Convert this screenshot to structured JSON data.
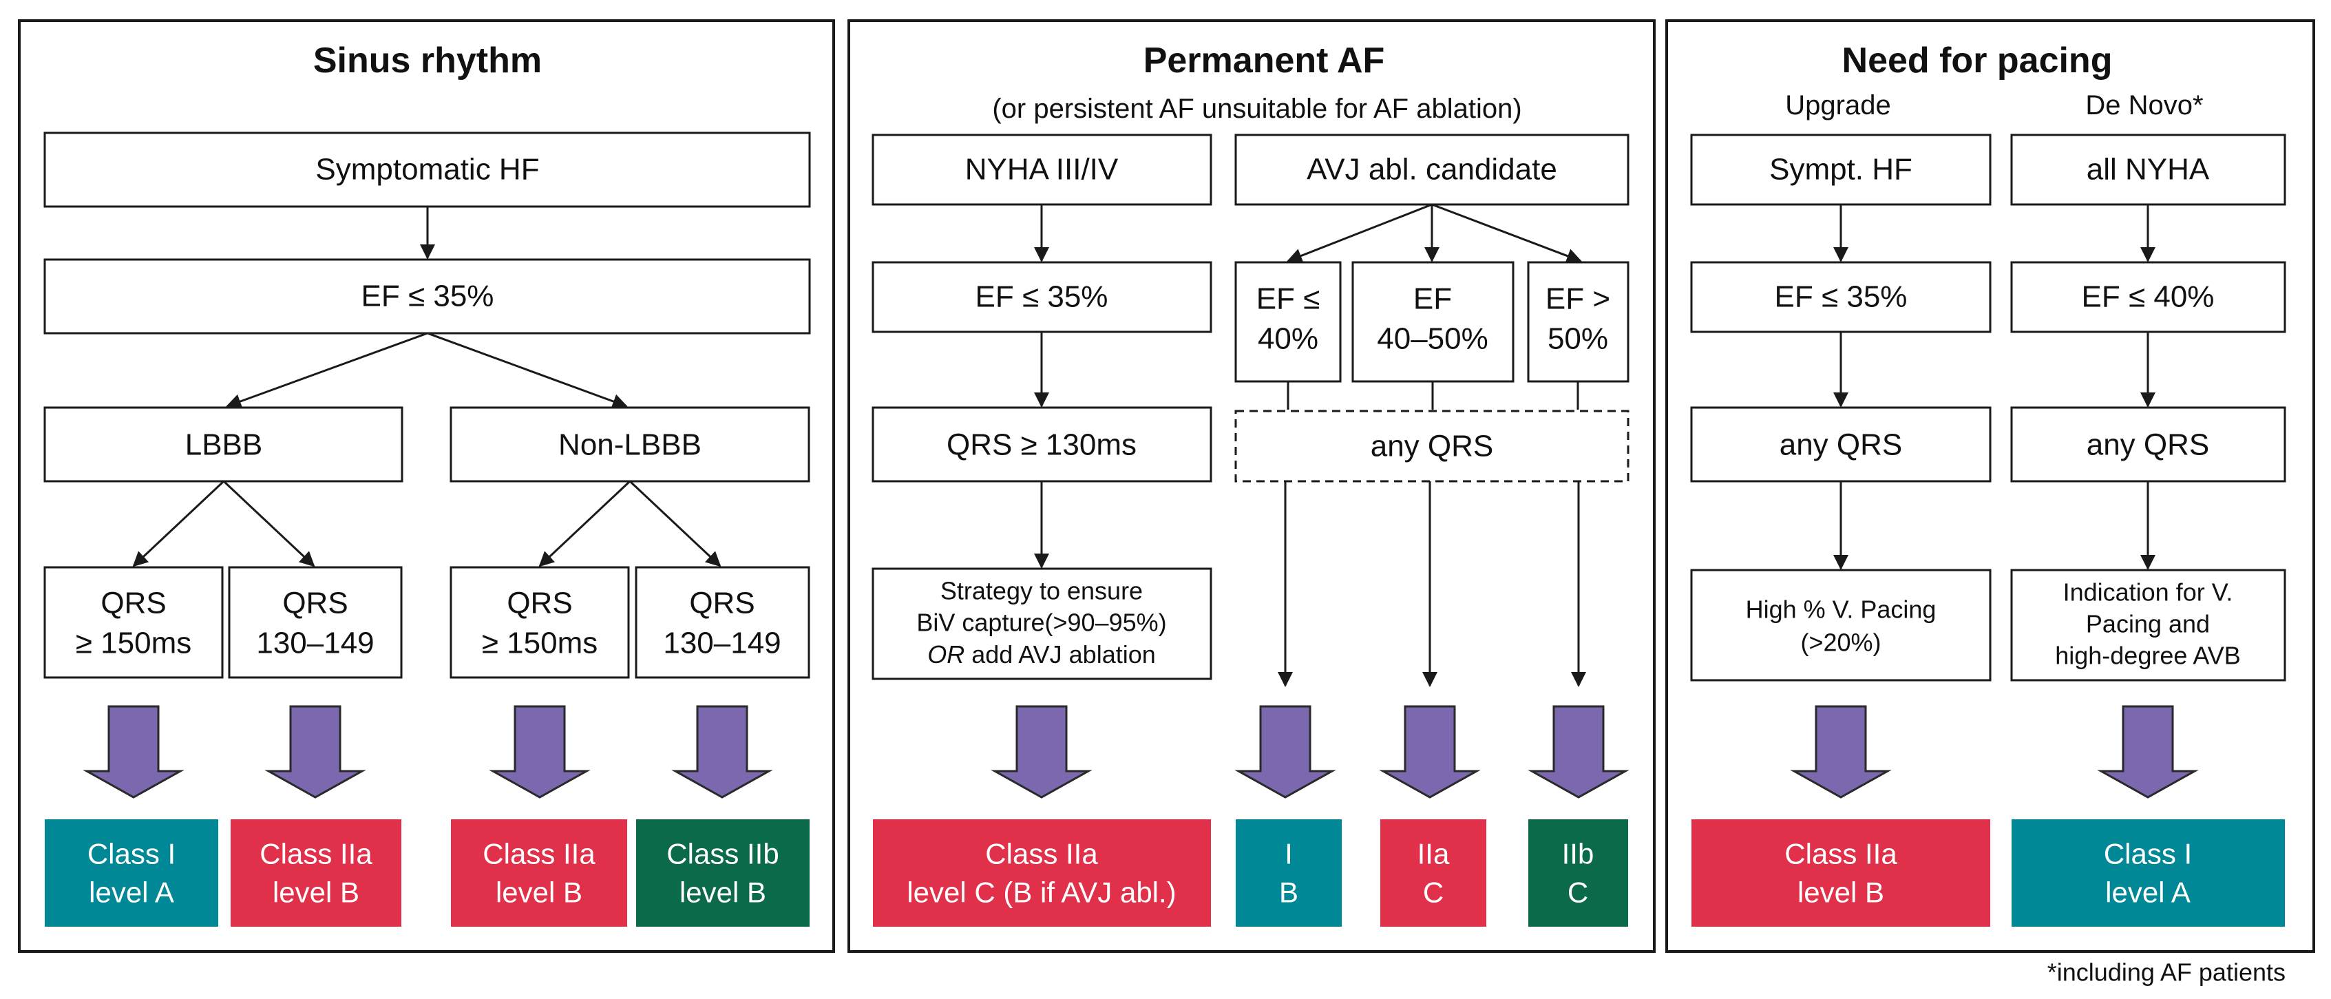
{
  "colors": {
    "teal": "#008896",
    "red": "#e0304a",
    "green": "#0a6a4a",
    "arrow_purple": "#7b68ae",
    "arrow_outline": "#2a2a2a",
    "line": "#1a1a1a"
  },
  "panels": {
    "sinus": {
      "title": "Sinus rhythm",
      "symptomatic": "Symptomatic HF",
      "ef": "EF ≤ 35%",
      "lbbb": "LBBB",
      "non_lbbb": "Non-LBBB",
      "qrs_a1": "QRS",
      "qrs_a2": "≥ 150ms",
      "qrs_b1": "QRS",
      "qrs_b2": "130–149",
      "qrs_c1": "QRS",
      "qrs_c2": "≥ 150ms",
      "qrs_d1": "QRS",
      "qrs_d2": "130–149",
      "class1_l1": "Class I",
      "class1_l2": "level A",
      "class2_l1": "Class IIa",
      "class2_l2": "level B",
      "class3_l1": "Class IIa",
      "class3_l2": "level B",
      "class4_l1": "Class IIb",
      "class4_l2": "level B"
    },
    "af": {
      "title": "Permanent AF",
      "subtitle": "(or persistent AF unsuitable for AF ablation)",
      "nyha": "NYHA III/IV",
      "avj": "AVJ abl. candidate",
      "ef35": "EF ≤ 35%",
      "ef40_l1": "EF ≤",
      "ef40_l2": "40%",
      "ef4050_l1": "EF",
      "ef4050_l2": "40–50%",
      "ef50_l1": "EF >",
      "ef50_l2": "50%",
      "qrs130": "QRS ≥ 130ms",
      "any_qrs": "any QRS",
      "strategy_l1": "Strategy to ensure",
      "strategy_l2": "BiV capture(>90–95%)",
      "strategy_l3_em": "OR",
      "strategy_l3_rest": " add AVJ ablation",
      "classA_l1": "Class IIa",
      "classA_l2": "level C (B if AVJ abl.)",
      "classB_l1": "I",
      "classB_l2": "B",
      "classC_l1": "IIa",
      "classC_l2": "C",
      "classD_l1": "IIb",
      "classD_l2": "C"
    },
    "pacing": {
      "title": "Need for pacing",
      "upgrade": "Upgrade",
      "denovo": "De Novo*",
      "sympt": "Sympt. HF",
      "all_nyha": "all NYHA",
      "ef35": "EF ≤ 35%",
      "ef40": "EF ≤ 40%",
      "anyqrs1": "any QRS",
      "anyqrs2": "any QRS",
      "high_l1": "High % V. Pacing",
      "high_l2": "(>20%)",
      "ind_l1": "Indication for V.",
      "ind_l2": "Pacing and",
      "ind_l3": "high-degree AVB",
      "class1_l1": "Class IIa",
      "class1_l2": "level B",
      "class2_l1": "Class I",
      "class2_l2": "level A"
    }
  },
  "footnote": "*including AF patients"
}
